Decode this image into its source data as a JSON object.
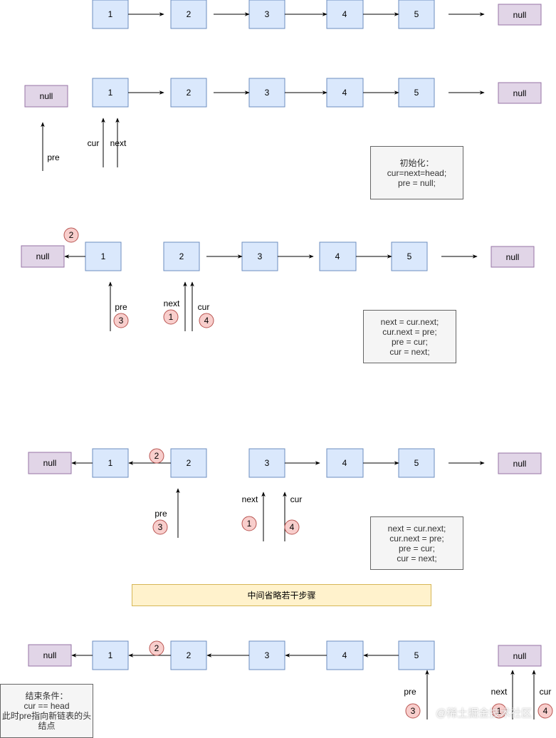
{
  "colors": {
    "node_fill": "#dae8fc",
    "node_stroke": "#6c8ebf",
    "null_fill": "#e1d5e7",
    "null_stroke": "#9673a6",
    "step_fill": "#f8cecc",
    "step_stroke": "#b85450",
    "arrow": "#000000"
  },
  "rows": [
    {
      "nodes": [
        {
          "id": "r1-n1",
          "text": "1",
          "kind": "node"
        },
        {
          "id": "r1-n2",
          "text": "2",
          "kind": "node"
        },
        {
          "id": "r1-n3",
          "text": "3",
          "kind": "node"
        },
        {
          "id": "r1-n4",
          "text": "4",
          "kind": "node"
        },
        {
          "id": "r1-n5",
          "text": "5",
          "kind": "node"
        },
        {
          "id": "r1-null",
          "text": "null",
          "kind": "null"
        }
      ]
    },
    {
      "nodes": [
        {
          "id": "r2-null-left",
          "text": "null",
          "kind": "null"
        },
        {
          "id": "r2-n1",
          "text": "1",
          "kind": "node"
        },
        {
          "id": "r2-n2",
          "text": "2",
          "kind": "node"
        },
        {
          "id": "r2-n3",
          "text": "3",
          "kind": "node"
        },
        {
          "id": "r2-n4",
          "text": "4",
          "kind": "node"
        },
        {
          "id": "r2-n5",
          "text": "5",
          "kind": "node"
        },
        {
          "id": "r2-null-right",
          "text": "null",
          "kind": "null"
        }
      ],
      "pointers": [
        {
          "text": "pre"
        },
        {
          "text": "cur"
        },
        {
          "text": "next"
        }
      ],
      "note": [
        "初始化：",
        "cur=next=head;",
        "pre = null;"
      ]
    },
    {
      "nodes": [
        {
          "id": "r3-null-left",
          "text": "null",
          "kind": "null"
        },
        {
          "id": "r3-n1",
          "text": "1",
          "kind": "node"
        },
        {
          "id": "r3-n2",
          "text": "2",
          "kind": "node"
        },
        {
          "id": "r3-n3",
          "text": "3",
          "kind": "node"
        },
        {
          "id": "r3-n4",
          "text": "4",
          "kind": "node"
        },
        {
          "id": "r3-n5",
          "text": "5",
          "kind": "node"
        },
        {
          "id": "r3-null-right",
          "text": "null",
          "kind": "null"
        }
      ],
      "pointers": [
        {
          "text": "pre"
        },
        {
          "text": "next"
        },
        {
          "text": "cur"
        }
      ],
      "steps": [
        "2",
        "3",
        "1",
        "4"
      ],
      "note": [
        "next = cur.next;",
        "cur.next = pre;",
        "pre = cur;",
        "cur = next;"
      ]
    },
    {
      "nodes": [
        {
          "id": "r4-null-left",
          "text": "null",
          "kind": "null"
        },
        {
          "id": "r4-n1",
          "text": "1",
          "kind": "node"
        },
        {
          "id": "r4-n2",
          "text": "2",
          "kind": "node"
        },
        {
          "id": "r4-n3",
          "text": "3",
          "kind": "node"
        },
        {
          "id": "r4-n4",
          "text": "4",
          "kind": "node"
        },
        {
          "id": "r4-n5",
          "text": "5",
          "kind": "node"
        },
        {
          "id": "r4-null-right",
          "text": "null",
          "kind": "null"
        }
      ],
      "pointers": [
        {
          "text": "pre"
        },
        {
          "text": "next"
        },
        {
          "text": "cur"
        }
      ],
      "steps": [
        "2",
        "3",
        "1",
        "4"
      ],
      "note": [
        "next = cur.next;",
        "cur.next = pre;",
        "pre = cur;",
        "cur = next;"
      ]
    },
    {
      "nodes": [
        {
          "id": "r5-null-left",
          "text": "null",
          "kind": "null"
        },
        {
          "id": "r5-n1",
          "text": "1",
          "kind": "node"
        },
        {
          "id": "r5-n2",
          "text": "2",
          "kind": "node"
        },
        {
          "id": "r5-n3",
          "text": "3",
          "kind": "node"
        },
        {
          "id": "r5-n4",
          "text": "4",
          "kind": "node"
        },
        {
          "id": "r5-n5",
          "text": "5",
          "kind": "node"
        },
        {
          "id": "r5-null-right",
          "text": "null",
          "kind": "null"
        }
      ],
      "pointers": [
        {
          "text": "pre"
        },
        {
          "text": "next"
        },
        {
          "text": "cur"
        }
      ],
      "steps": [
        "2",
        "3",
        "1",
        "4"
      ],
      "note": [
        "结束条件：",
        "cur == head",
        "此时pre指向新链表的头",
        "结点"
      ]
    }
  ],
  "banner": "中间省略若干步骤",
  "watermark": "@稀土掘金技术社区"
}
